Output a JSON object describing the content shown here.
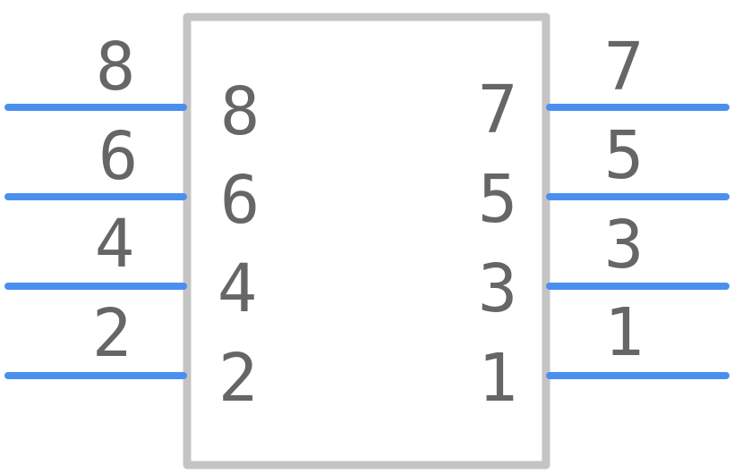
{
  "colors": {
    "pin": "#4a8ff0",
    "body": "#c4c4c4",
    "text": "#666666",
    "background": "#ffffff"
  },
  "left_pins": [
    {
      "number": "8",
      "name": "8"
    },
    {
      "number": "6",
      "name": "6"
    },
    {
      "number": "4",
      "name": "4"
    },
    {
      "number": "2",
      "name": "2"
    }
  ],
  "right_pins": [
    {
      "number": "7",
      "name": "7"
    },
    {
      "number": "5",
      "name": "5"
    },
    {
      "number": "3",
      "name": "3"
    },
    {
      "number": "1",
      "name": "1"
    }
  ]
}
